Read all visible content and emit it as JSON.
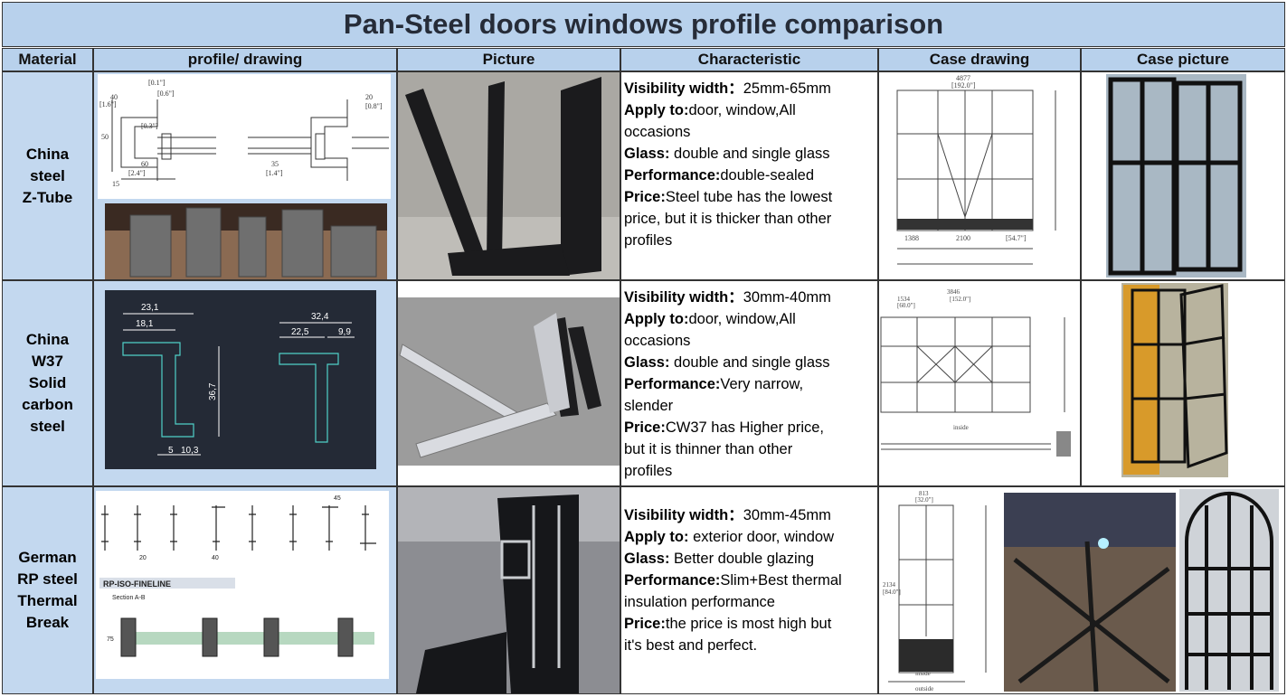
{
  "title": "Pan-Steel doors windows profile comparison",
  "headers": {
    "material": "Material",
    "profile": "profile/ drawing",
    "picture": "Picture",
    "characteristic": "Characteristic",
    "case_drawing": "Case drawing",
    "case_picture": "Case picture"
  },
  "rows": [
    {
      "material": [
        "China",
        "steel",
        "Z-Tube"
      ],
      "characteristic": [
        {
          "label": "Visibility width：",
          "text": "25mm-65mm"
        },
        {
          "label": "Apply to:",
          "text": "door, window,All"
        },
        {
          "label": "",
          "text": "occasions"
        },
        {
          "label": "Glass:",
          "text": " double and single glass"
        },
        {
          "label": "Performance:",
          "text": "double-sealed"
        },
        {
          "label": "Price:",
          "text": "Steel tube has the lowest"
        },
        {
          "label": "",
          "text": "price, but it is thicker than other"
        },
        {
          "label": "",
          "text": "profiles"
        }
      ],
      "drawing_labels": {
        "dims": [
          "[0.1\"]",
          "[0.6\"]",
          "[1.6\"]",
          "[0.3\"]",
          "[2.4\"]",
          "[1.4\"]",
          "[0.8\"]",
          "40",
          "60",
          "35",
          "20",
          "15",
          "50"
        ],
        "case_dims": [
          "4877",
          "[192.0\"]",
          "2100",
          "1388",
          "[54.7\"]"
        ]
      }
    },
    {
      "material": [
        "China",
        "W37",
        "Solid",
        "carbon",
        "steel"
      ],
      "characteristic": [
        {
          "label": "Visibility width：",
          "text": "30mm-40mm"
        },
        {
          "label": "Apply to:",
          "text": "door, window,All"
        },
        {
          "label": "",
          "text": "occasions"
        },
        {
          "label": "Glass:",
          "text": " double and single glass"
        },
        {
          "label": "Performance:",
          "text": "Very narrow,"
        },
        {
          "label": "",
          "text": "slender"
        },
        {
          "label": "Price:",
          "text": "CW37 has Higher price,"
        },
        {
          "label": "",
          "text": "but it is thinner than other"
        },
        {
          "label": "",
          "text": "profiles"
        }
      ],
      "drawing_labels": {
        "dims": [
          "23,1",
          "18,1",
          "36,7",
          "5",
          "10,3",
          "32,4",
          "22,5",
          "9,9"
        ],
        "case_dims": [
          "3846",
          "1534",
          "[60.0\"]",
          "[152.0\"]",
          "inside"
        ]
      }
    },
    {
      "material": [
        "German",
        "RP steel",
        "Thermal",
        "Break"
      ],
      "characteristic": [
        {
          "label": "Visibility width：",
          "text": "30mm-45mm"
        },
        {
          "label": "Apply to:",
          "text": " exterior door, window"
        },
        {
          "label": "Glass:",
          "text": " Better double glazing"
        },
        {
          "label": "Performance:",
          "text": "Slim+Best thermal"
        },
        {
          "label": "",
          "text": "insulation performance"
        },
        {
          "label": "Price:",
          "text": "the price is most high but"
        },
        {
          "label": "",
          "text": "it's best and perfect."
        }
      ],
      "drawing_labels": {
        "section_name": "RP-ISO-FINELINE",
        "section_sub": "Section A-B",
        "dims": [
          "20",
          "40",
          "45",
          "75"
        ],
        "case_dims": [
          "813",
          "[32.0\"]",
          "2134",
          "[84.0\"]",
          "inside",
          "outside"
        ]
      }
    }
  ]
}
